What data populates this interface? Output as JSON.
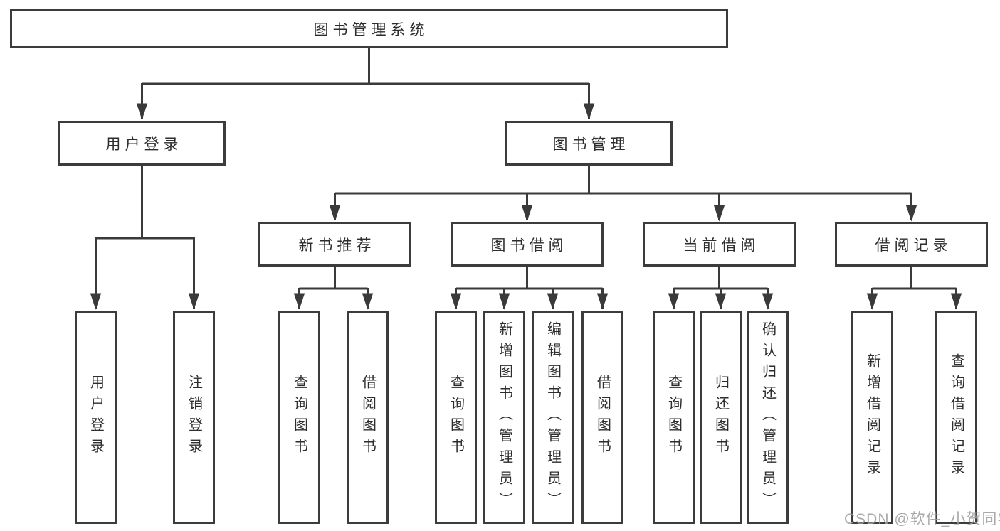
{
  "diagram_title": "图书管理系统",
  "tree": {
    "label": "图书管理系统",
    "children": [
      {
        "label": "用户登录",
        "children": [
          {
            "label": "用户登录"
          },
          {
            "label": "注销登录"
          }
        ]
      },
      {
        "label": "图书管理",
        "children": [
          {
            "label": "新书推荐",
            "children": [
              {
                "label": "查询图书"
              },
              {
                "label": "借阅图书"
              }
            ]
          },
          {
            "label": "图书借阅",
            "children": [
              {
                "label": "查询图书"
              },
              {
                "label": "新增图书（管理员）"
              },
              {
                "label": "编辑图书（管理员）"
              },
              {
                "label": "借阅图书"
              }
            ]
          },
          {
            "label": "当前借阅",
            "children": [
              {
                "label": "查询图书"
              },
              {
                "label": "归还图书"
              },
              {
                "label": "确认归还（管理员）"
              }
            ]
          },
          {
            "label": "借阅记录",
            "children": [
              {
                "label": "新增借阅记录"
              },
              {
                "label": "查询借阅记录"
              }
            ]
          }
        ]
      }
    ]
  },
  "watermark": {
    "text": "CSDN @软件_小贺同学"
  },
  "colors": {
    "background": "#ffffff",
    "line": "#3a3a3a",
    "box_border": "#3c3c3c",
    "text": "#2d2d2d",
    "watermark": "#9e9e9e"
  }
}
